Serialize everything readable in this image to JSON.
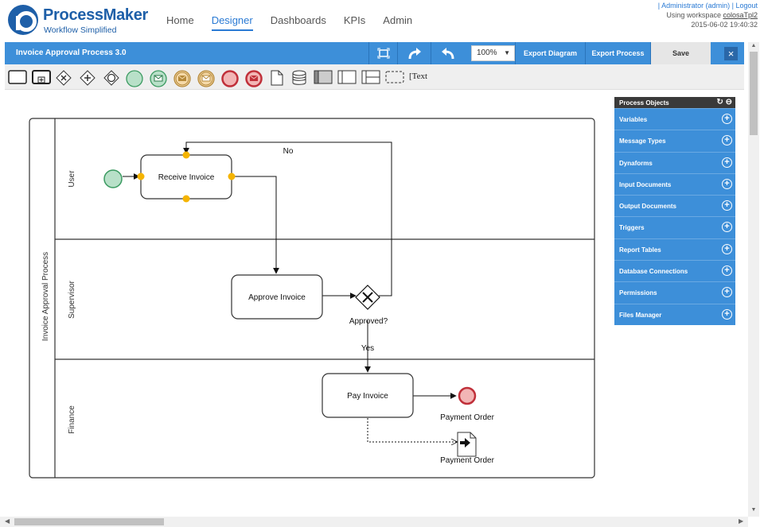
{
  "app": {
    "name": "ProcessMaker",
    "tagline": "Workflow Simplified"
  },
  "nav": {
    "items": [
      "Home",
      "Designer",
      "Dashboards",
      "KPIs",
      "Admin"
    ],
    "active": "Designer"
  },
  "user": {
    "sep": "|",
    "account": "Administrator (admin)",
    "logout": "Logout",
    "workspace_prefix": "Using workspace",
    "workspace": "colosaTpl2",
    "datetime": "2015-06-02 19:40:32"
  },
  "toolbar": {
    "title": "Invoice Approval Process 3.0",
    "zoom": "100%",
    "export_diagram": "Export Diagram",
    "export_process": "Export Process",
    "save": "Save",
    "close_icon": "×"
  },
  "shapes": {
    "text_tool": "Text"
  },
  "diagram": {
    "pool": "Invoice Approval Process",
    "lanes": [
      "User",
      "Supervisor",
      "Finance"
    ],
    "tasks": {
      "receive": "Receive Invoice",
      "approve": "Approve Invoice",
      "pay": "Pay Invoice"
    },
    "gateway_label": "Approved?",
    "flow_no": "No",
    "flow_yes": "Yes",
    "end_label": "Payment Order",
    "data_label": "Payment Order"
  },
  "panel": {
    "title": "Process Objects",
    "items": [
      "Variables",
      "Message Types",
      "Dynaforms",
      "Input Documents",
      "Output Documents",
      "Triggers",
      "Report Tables",
      "Database Connections",
      "Permissions",
      "Files Manager"
    ]
  },
  "colors": {
    "accent": "#3d8fd9",
    "start": "#b8e0c8",
    "end": "#f2b5b5",
    "handle": "#f5b400"
  }
}
